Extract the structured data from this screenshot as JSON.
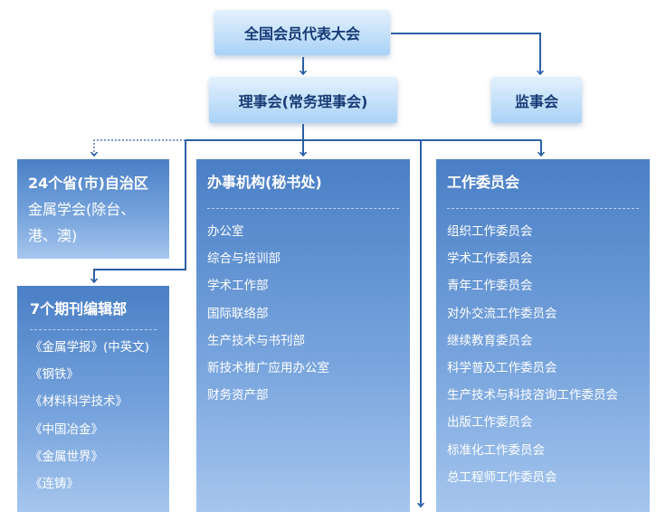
{
  "top": {
    "congress": "全国会员代表大会",
    "council": "理事会(常务理事会)",
    "supervisory": "监事会"
  },
  "provincial": {
    "lines": [
      "24个省(市)自治区",
      "金属学会(除台、",
      "港、澳)"
    ]
  },
  "journals": {
    "title": "7个期刊编辑部",
    "items": [
      "《金属学报》(中英文)",
      "《钢铁》",
      "《材料科学技术》",
      "《中国冶金》",
      "《金属世界》",
      "《连铸》"
    ]
  },
  "office": {
    "title": "办事机构(秘书处)",
    "items": [
      "办公室",
      "综合与培训部",
      "学术工作部",
      "国际联络部",
      "生产技术与书刊部",
      "新技术推广应用办公室",
      "财务资产部"
    ]
  },
  "committees": {
    "title": "工作委员会",
    "items": [
      "组织工作委员会",
      "学术工作委员会",
      "青年工作委员会",
      "对外交流工作委员会",
      "继续教育委员会",
      "科学普及工作委员会",
      "生产技术与科技咨询工作委员会",
      "出版工作委员会",
      "标准化工作委员会",
      "总工程师工作委员会"
    ]
  },
  "colors": {
    "connector": "#2a5fa6",
    "pill_text": "#163a75",
    "panel_top": "#4a7fc6",
    "panel_bottom": "#a6c6ee"
  }
}
